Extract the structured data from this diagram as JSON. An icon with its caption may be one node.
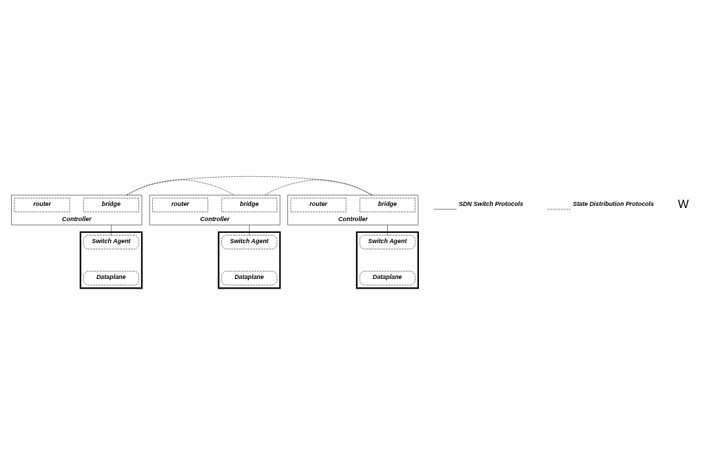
{
  "diagram": {
    "nodes": [
      {
        "text": [
          "Controller"
        ]
      },
      {
        "text": [
          "bridge"
        ],
        "in": 0
      },
      {
        "text": [
          "router"
        ],
        "in": 0
      },
      {
        "text": [],
        "shape": "box"
      },
      {
        "text": [
          "Switch Agent"
        ],
        "in": 3
      },
      {
        "text": [
          "Dataplane"
        ],
        "in": 3
      },
      {
        "text": [
          "Controller"
        ]
      },
      {
        "text": [
          "bridge"
        ],
        "in": 6
      },
      {
        "text": [
          "router"
        ],
        "in": 6
      },
      {
        "text": [],
        "shape": "box"
      },
      {
        "text": [
          "Switch Agent"
        ],
        "in": 9
      },
      {
        "text": [
          "Dataplane"
        ],
        "in": 9
      },
      {
        "text": [
          "Controller"
        ]
      },
      {
        "text": [
          "bridge"
        ],
        "in": 12
      },
      {
        "text": [
          "router"
        ],
        "in": 12
      },
      {
        "text": [],
        "shape": "box"
      },
      {
        "text": [
          "Switch Agent"
        ],
        "in": 15
      },
      {
        "text": [
          "Dataplane"
        ],
        "in": 15
      }
    ],
    "edges": [
      {
        "from": 0,
        "to": 4,
        "arrow": "none"
      },
      {
        "from": 6,
        "to": 10,
        "arrow": "none"
      },
      {
        "from": 12,
        "to": 16,
        "arrow": "none"
      },
      {
        "from": 0,
        "to": 6,
        "arrow": "none",
        "style": "dashed"
      },
      {
        "from": 0,
        "to": 12,
        "arrow": "none",
        "style": "dashed"
      },
      {
        "from": 12,
        "to": 6,
        "arrow": "none",
        "style": "dashed"
      }
    ],
    "labels": [
      "W"
    ],
    "legend": [
      {
        "text": "SDN Switch Protocols"
      },
      {
        "text": "State Distribution Protocols"
      }
    ]
  }
}
